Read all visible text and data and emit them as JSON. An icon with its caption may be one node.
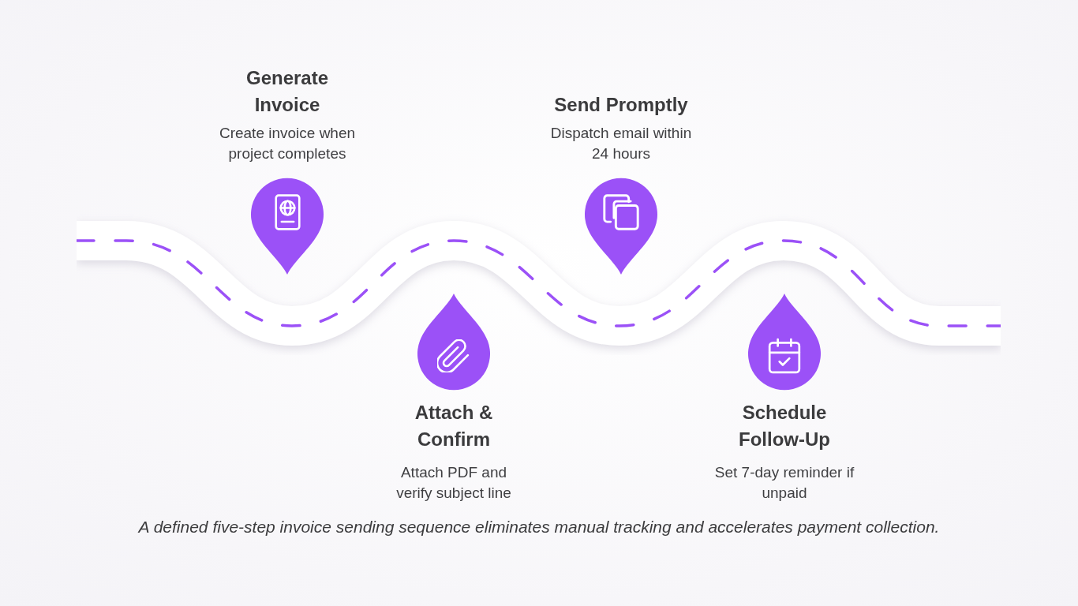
{
  "diagram": {
    "caption": "A defined five-step invoice sending sequence eliminates manual tracking and accelerates payment collection.",
    "nodes": [
      {
        "text": [
          "Generate Invoice",
          "Create invoice when project completes"
        ]
      },
      {
        "text": [
          "Attach & Confirm",
          "Attach PDF and verify subject line"
        ]
      },
      {
        "text": [
          "Send Promptly",
          "Dispatch email within 24 hours"
        ]
      },
      {
        "text": [
          "Schedule Follow-Up",
          "Set 7-day reminder if unpaid"
        ]
      }
    ]
  }
}
